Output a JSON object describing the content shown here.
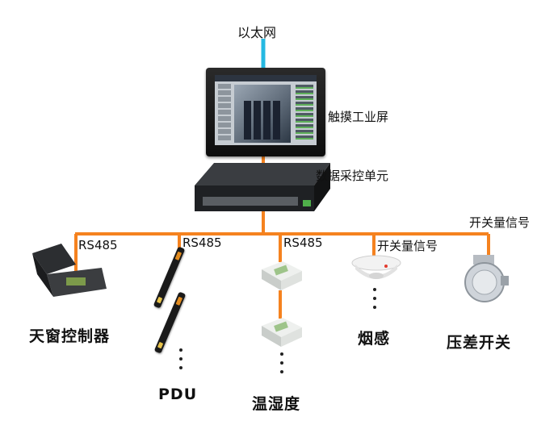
{
  "network": {
    "ethernet": "以太网",
    "touch_screen": "触摸工业屏",
    "data_unit": "数据采控单元"
  },
  "bus": {
    "rs485_a": "RS485",
    "rs485_b": "RS485",
    "rs485_c": "RS485",
    "switch_signal_a": "开关量信号",
    "switch_signal_b": "开关量信号"
  },
  "devices": {
    "skylight": "天窗控制器",
    "pdu": "PDU",
    "temp_humidity": "温湿度",
    "smoke": "烟感",
    "pressure": "压差开关"
  },
  "colors": {
    "bus_line": "#f5821f",
    "ethernet_line": "#25b9e2"
  }
}
